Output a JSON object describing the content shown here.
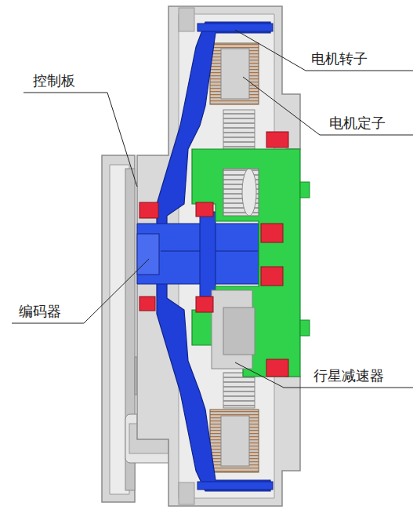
{
  "diagram": {
    "labels": [
      "电机转子",
      "电机定子",
      "控制板",
      "编码器",
      "行星减速器"
    ]
  }
}
